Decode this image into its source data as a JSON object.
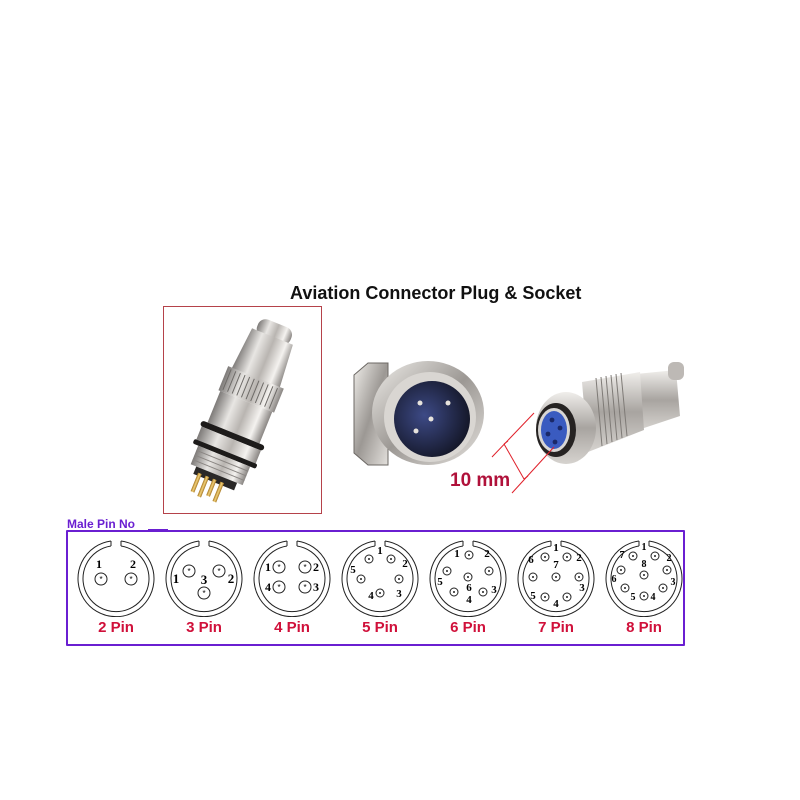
{
  "title": "Aviation Connector Plug & Socket",
  "dimension_label": "10 mm",
  "pin_section_label": "Male Pin No",
  "colors": {
    "title": "#111111",
    "pin_label": "#d0103a",
    "section_label": "#6a1fd1",
    "box_border": "#6a1fd1",
    "photo_border": "#b5424a",
    "dimension": "#b0113a",
    "measure_line": "#e0202a"
  },
  "photos": [
    {
      "name": "plug-assembled",
      "description": "Assembled aviation connector plug with gold pins"
    },
    {
      "name": "panel-socket",
      "description": "Male panel-mount socket, 4 pins"
    },
    {
      "name": "female-plug",
      "description": "Female plug with blue insert, 4 holes"
    }
  ],
  "pin_diagrams": [
    {
      "label": "2 Pin",
      "pins": [
        "1",
        "2"
      ]
    },
    {
      "label": "3 Pin",
      "pins": [
        "1",
        "2",
        "3"
      ]
    },
    {
      "label": "4 Pin",
      "pins": [
        "1",
        "2",
        "3",
        "4"
      ]
    },
    {
      "label": "5 Pin",
      "pins": [
        "1",
        "2",
        "3",
        "4",
        "5"
      ]
    },
    {
      "label": "6 Pin",
      "pins": [
        "1",
        "2",
        "3",
        "4",
        "5",
        "6"
      ]
    },
    {
      "label": "7 Pin",
      "pins": [
        "1",
        "2",
        "3",
        "4",
        "5",
        "6",
        "7"
      ]
    },
    {
      "label": "8 Pin",
      "pins": [
        "1",
        "2",
        "3",
        "4",
        "5",
        "6",
        "7",
        "8"
      ]
    }
  ]
}
